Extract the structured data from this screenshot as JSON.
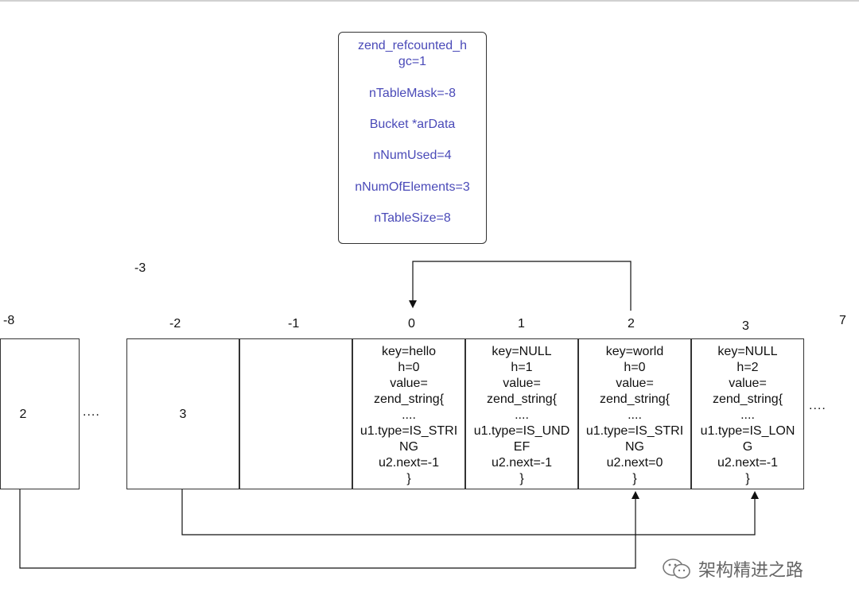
{
  "header": {
    "lines": [
      "zend_refcounted_h",
      "gc=1",
      "nTableMask=-8",
      "Bucket *arData",
      "nNumUsed=4",
      "nNumOfElements=3",
      "nTableSize=8"
    ]
  },
  "labels": {
    "minus3": "-3",
    "minus8": "-8",
    "minus2": "-2",
    "minus1": "-1",
    "i0": "0",
    "i1": "1",
    "i2": "2",
    "i3": "3",
    "i7": "7"
  },
  "hash_slots": {
    "minus8_value": "2",
    "minus2_value": "3",
    "minus1_value": ""
  },
  "ellipsis": "....",
  "buckets": [
    [
      "key=hello",
      "h=0",
      "value=",
      "zend_string{",
      "....",
      "u1.type=IS_STRI",
      "NG",
      "u2.next=-1",
      "}"
    ],
    [
      "key=NULL",
      "h=1",
      "value=",
      "zend_string{",
      "....",
      "u1.type=IS_UND",
      "EF",
      "u2.next=-1",
      "}"
    ],
    [
      "key=world",
      "h=0",
      "value=",
      "zend_string{",
      "....",
      "u1.type=IS_STRI",
      "NG",
      "u2.next=0",
      "}"
    ],
    [
      "key=NULL",
      "h=2",
      "value=",
      "zend_string{",
      "....",
      "u1.type=IS_LON",
      "G",
      "u2.next=-1",
      "}"
    ]
  ],
  "watermark": "架构精进之路",
  "colors": {
    "header_text": "#4a4ab8",
    "line": "#333333"
  }
}
